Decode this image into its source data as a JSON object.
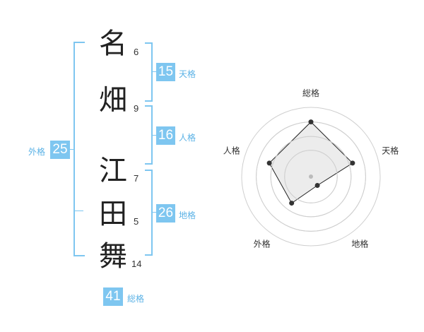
{
  "name": {
    "chars": [
      {
        "char": "名",
        "strokes": "6"
      },
      {
        "char": "畑",
        "strokes": "9"
      },
      {
        "char": "江",
        "strokes": "7"
      },
      {
        "char": "田",
        "strokes": "5"
      },
      {
        "char": "舞",
        "strokes": "14"
      }
    ]
  },
  "fortunes": {
    "tenkaku": {
      "label": "天格",
      "value": "15"
    },
    "jinkaku": {
      "label": "人格",
      "value": "16"
    },
    "chikaku": {
      "label": "地格",
      "value": "26"
    },
    "gaikaku": {
      "label": "外格",
      "value": "25"
    },
    "soukaku": {
      "label": "総格",
      "value": "41"
    }
  },
  "colors": {
    "accent": "#7ec6f0",
    "accent_text": "#5bb2e6"
  },
  "chart_data": {
    "type": "radar",
    "axes": [
      "総格",
      "天格",
      "地格",
      "外格",
      "人格"
    ],
    "values": [
      5,
      4,
      1,
      3,
      4
    ],
    "max": 5,
    "rings": 4
  }
}
